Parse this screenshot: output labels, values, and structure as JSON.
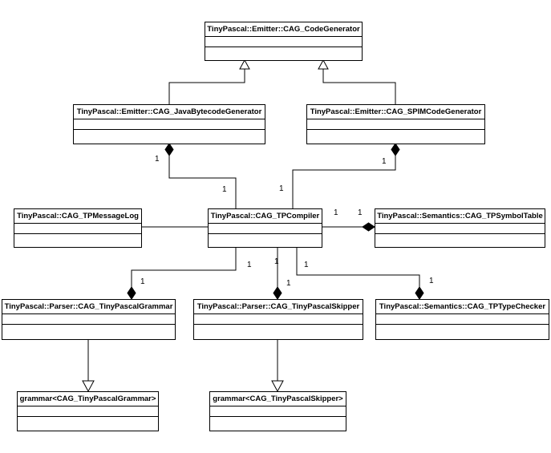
{
  "diagram": {
    "classes": {
      "code_generator": "TinyPascal::Emitter::CAG_CodeGenerator",
      "java_bytecode_generator": "TinyPascal::Emitter::CAG_JavaBytecodeGenerator",
      "spim_code_generator": "TinyPascal::Emitter::CAG_SPIMCodeGenerator",
      "message_log": "TinyPascal::CAG_TPMessageLog",
      "compiler": "TinyPascal::CAG_TPCompiler",
      "symbol_table": "TinyPascal::Semantics::CAG_TPSymbolTable",
      "grammar": "TinyPascal::Parser::CAG_TinyPascalGrammar",
      "skipper": "TinyPascal::Parser::CAG_TinyPascalSkipper",
      "type_checker": "TinyPascal::Semantics::CAG_TPTypeChecker",
      "grammar_template_grammar": "grammar<CAG_TinyPascalGrammar>",
      "grammar_template_skipper": "grammar<CAG_TinyPascalSkipper>"
    },
    "multiplicities": {
      "java_end": "1",
      "java_compiler_end": "1",
      "spim_end": "1",
      "spim_compiler_end": "1",
      "symtab_compiler_end": "1",
      "symtab_end": "1",
      "grammar_compiler_end": "1",
      "grammar_end": "1",
      "skipper_compiler_end": "1",
      "skipper_end": "1",
      "typechecker_compiler_end": "1",
      "typechecker_end": "1"
    }
  }
}
